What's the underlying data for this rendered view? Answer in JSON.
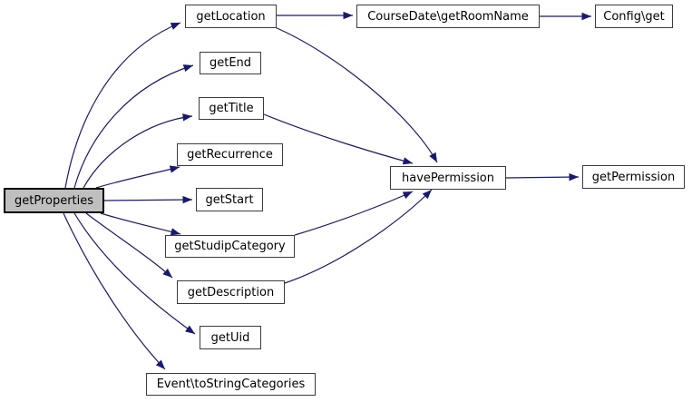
{
  "diagram": {
    "type": "call-graph",
    "background_color": "#ffffff",
    "edge_color": "#191970",
    "node_border_color": "#3c3c3c",
    "focus_node_fill": "#bfbfbf",
    "focus_node_border": "#000000",
    "nodes": [
      {
        "id": "getProperties",
        "label": "getProperties",
        "focused": true
      },
      {
        "id": "getLocation",
        "label": "getLocation"
      },
      {
        "id": "getEnd",
        "label": "getEnd"
      },
      {
        "id": "getTitle",
        "label": "getTitle"
      },
      {
        "id": "getRecurrence",
        "label": "getRecurrence"
      },
      {
        "id": "getStart",
        "label": "getStart"
      },
      {
        "id": "getStudipCategory",
        "label": "getStudipCategory"
      },
      {
        "id": "getDescription",
        "label": "getDescription"
      },
      {
        "id": "getUid",
        "label": "getUid"
      },
      {
        "id": "toStringCategories",
        "label": "Event\\toStringCategories"
      },
      {
        "id": "getRoomName",
        "label": "CourseDate\\getRoomName"
      },
      {
        "id": "configGet",
        "label": "Config\\get"
      },
      {
        "id": "havePermission",
        "label": "havePermission"
      },
      {
        "id": "getPermission",
        "label": "getPermission"
      }
    ],
    "edges": [
      {
        "from": "getProperties",
        "to": "getLocation"
      },
      {
        "from": "getProperties",
        "to": "getEnd"
      },
      {
        "from": "getProperties",
        "to": "getTitle"
      },
      {
        "from": "getProperties",
        "to": "getRecurrence"
      },
      {
        "from": "getProperties",
        "to": "getStart"
      },
      {
        "from": "getProperties",
        "to": "getStudipCategory"
      },
      {
        "from": "getProperties",
        "to": "getDescription"
      },
      {
        "from": "getProperties",
        "to": "getUid"
      },
      {
        "from": "getProperties",
        "to": "toStringCategories"
      },
      {
        "from": "getLocation",
        "to": "getRoomName"
      },
      {
        "from": "getLocation",
        "to": "havePermission"
      },
      {
        "from": "getRoomName",
        "to": "configGet"
      },
      {
        "from": "getTitle",
        "to": "havePermission"
      },
      {
        "from": "getStudipCategory",
        "to": "havePermission"
      },
      {
        "from": "getDescription",
        "to": "havePermission"
      },
      {
        "from": "havePermission",
        "to": "getPermission"
      }
    ]
  }
}
